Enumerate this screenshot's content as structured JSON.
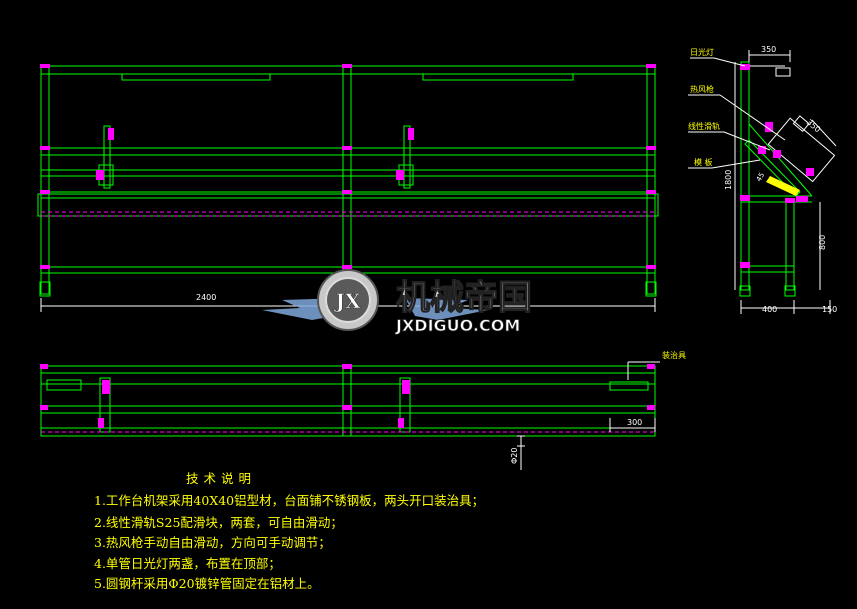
{
  "colors": {
    "frame": "#00ff00",
    "joint": "#ff00ff",
    "text": "#ffff00",
    "dim": "#ffffff",
    "accent": "#ff0000",
    "logo_blue": "#7fa8dc"
  },
  "dimensions": {
    "front_width": "2400",
    "side_top": "350",
    "side_board": "350",
    "side_height": "1800",
    "side_bench": "800",
    "side_depth": "400",
    "side_overhang": "150",
    "side_angle": "45",
    "plan_end": "300",
    "tube": "Φ20"
  },
  "callouts": {
    "lamp": "日光灯",
    "fan": "热风枪",
    "rail": "线性滑轨",
    "board": "模 板",
    "fixture": "装治具"
  },
  "watermark": {
    "cn": "机械帝国",
    "url": "JXDIGUO.COM",
    "badge": "JX"
  },
  "notes": {
    "title": "技术说明",
    "items": [
      "1.工作台机架采用40X40铝型材，台面铺不锈钢板，两头开口装治具；",
      "2.线性滑轨S25配滑块，两套，可自由滑动；",
      "3.热风枪手动自由滑动，方向可手动调节；",
      "4.单管日光灯两盏，布置在顶部；",
      "5.圆钢杆采用Φ20镀锌管固定在铝材上。"
    ]
  }
}
